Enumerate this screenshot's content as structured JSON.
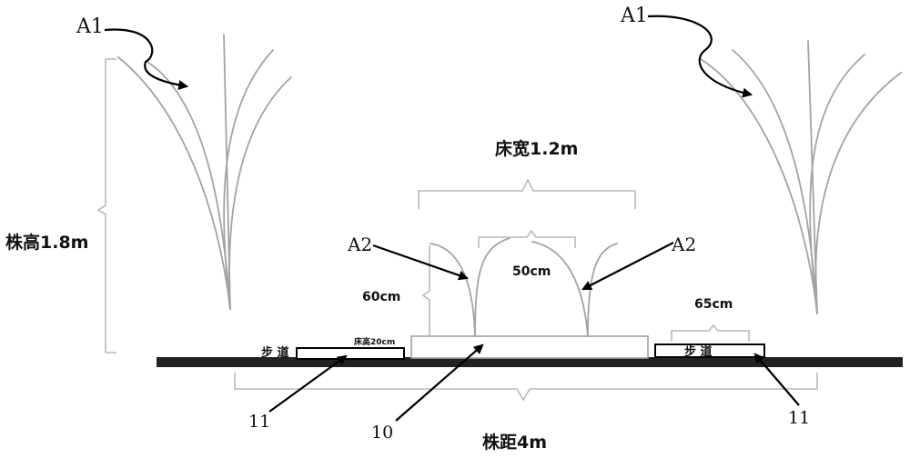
{
  "labels": {
    "plant_left": "A1",
    "plant_right": "A1",
    "seedling_left": "A2",
    "seedling_right": "A2",
    "bed_width": "床宽1.2m",
    "plant_height": "株高1.8m",
    "bed_inner_width": "50cm",
    "seedling_height": "60cm",
    "walkway_width": "65cm",
    "bed_height": "床高20cm",
    "walkway_left": "步  道",
    "walkway_right": "步  道",
    "plant_spacing": "株距4m",
    "ref_walkway_left": "11",
    "ref_bed": "10",
    "ref_walkway_right": "11"
  }
}
